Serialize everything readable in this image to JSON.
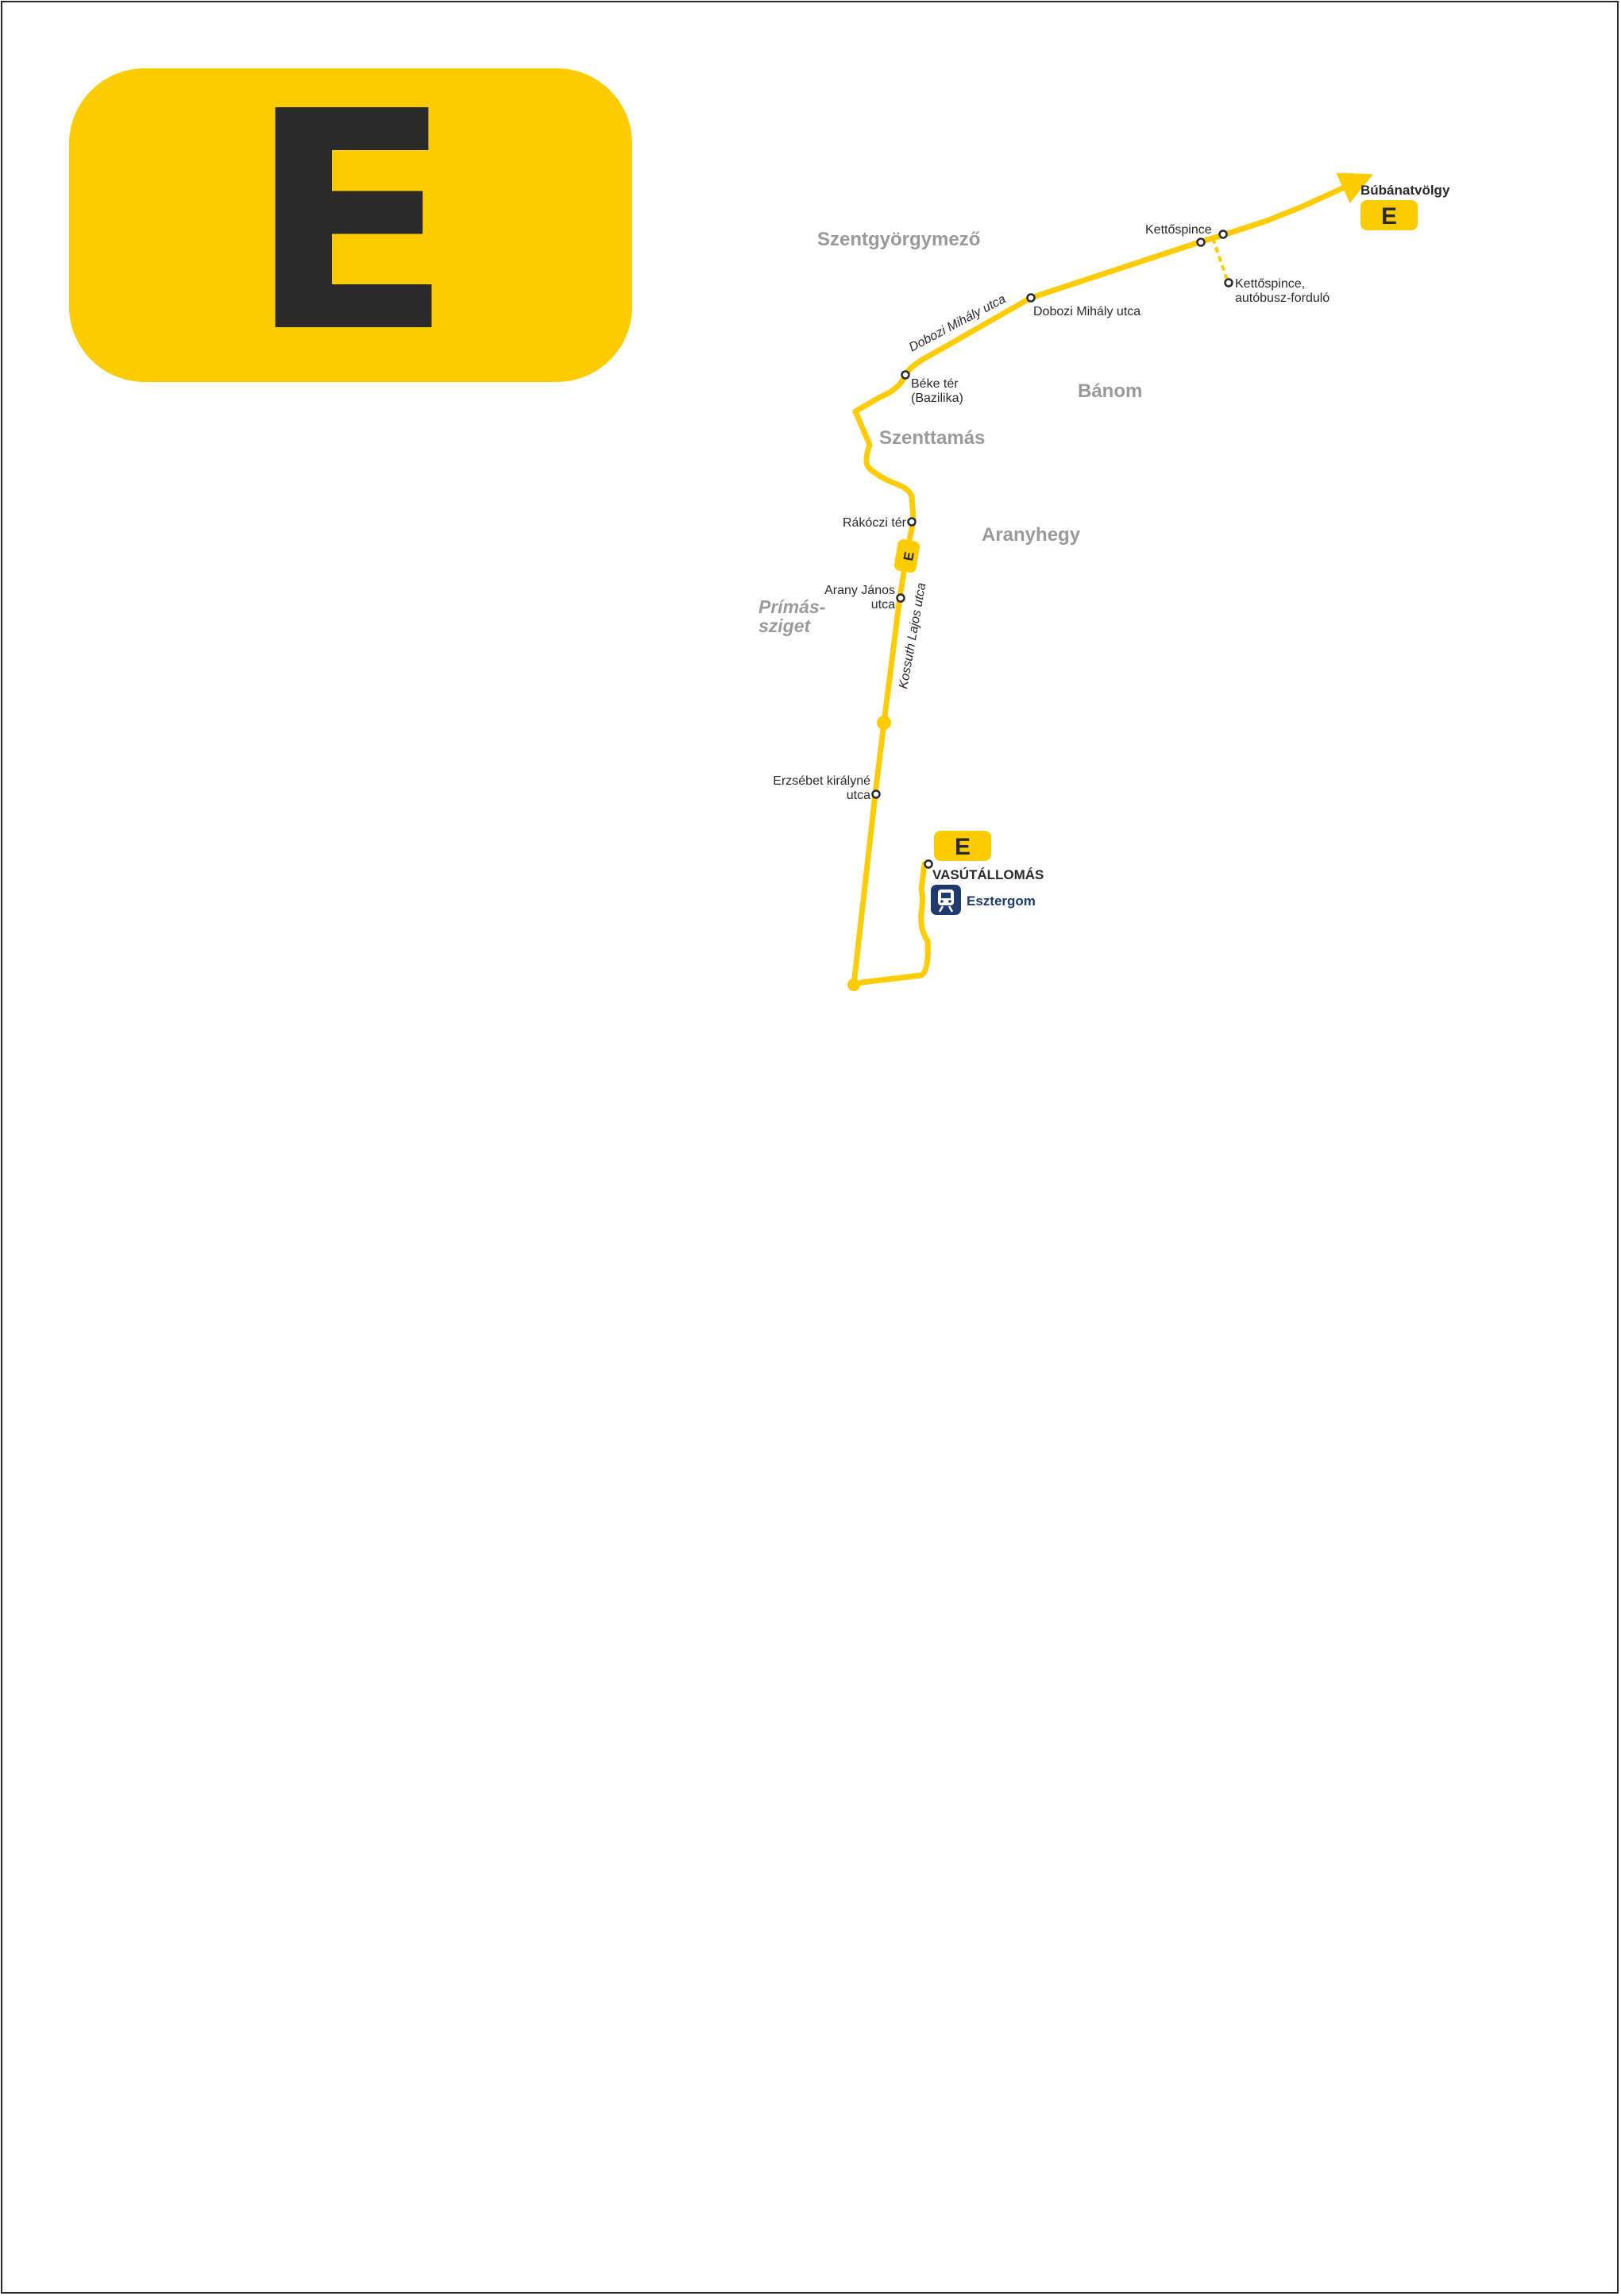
{
  "route": {
    "letter": "E"
  },
  "colors": {
    "route": "#fdcc00",
    "text": "#2a2a2a",
    "area": "#9a9a9a",
    "rail": "#1f3a6e",
    "white": "#ffffff"
  },
  "map": {
    "areas": {
      "szentgyorgymezo": "Szentgyörgymező",
      "banom": "Bánom",
      "szenttamas": "Szenttamás",
      "aranyhegy": "Aranyhegy",
      "primas_line1": "Prímás-",
      "primas_line2": "sziget"
    },
    "streets": {
      "dobozi": "Dobozi Mihály utca",
      "kossuth": "Kossuth Lajos utca"
    },
    "stops": {
      "kettospince": "Kettőspince",
      "kettospince_fordulo_line1": "Kettőspince,",
      "kettospince_fordulo_line2": "autóbusz-forduló",
      "dobozi": "Dobozi Mihály utca",
      "beke_line1": "Béke tér",
      "beke_line2": "(Bazilika)",
      "rakoczi": "Rákóczi tér",
      "arany_line1": "Arany János",
      "arany_line2": "utca",
      "erzsebet_line1": "Erzsébet királyné",
      "erzsebet_line2": "utca"
    },
    "terminals": {
      "north_name": "Búbánatvölgy",
      "north_badge": "E",
      "south_name": "VASÚTÁLLOMÁS",
      "south_badge": "E",
      "rail_station": "Esztergom",
      "rail_icon": "train-icon"
    },
    "route_marker": "E"
  }
}
